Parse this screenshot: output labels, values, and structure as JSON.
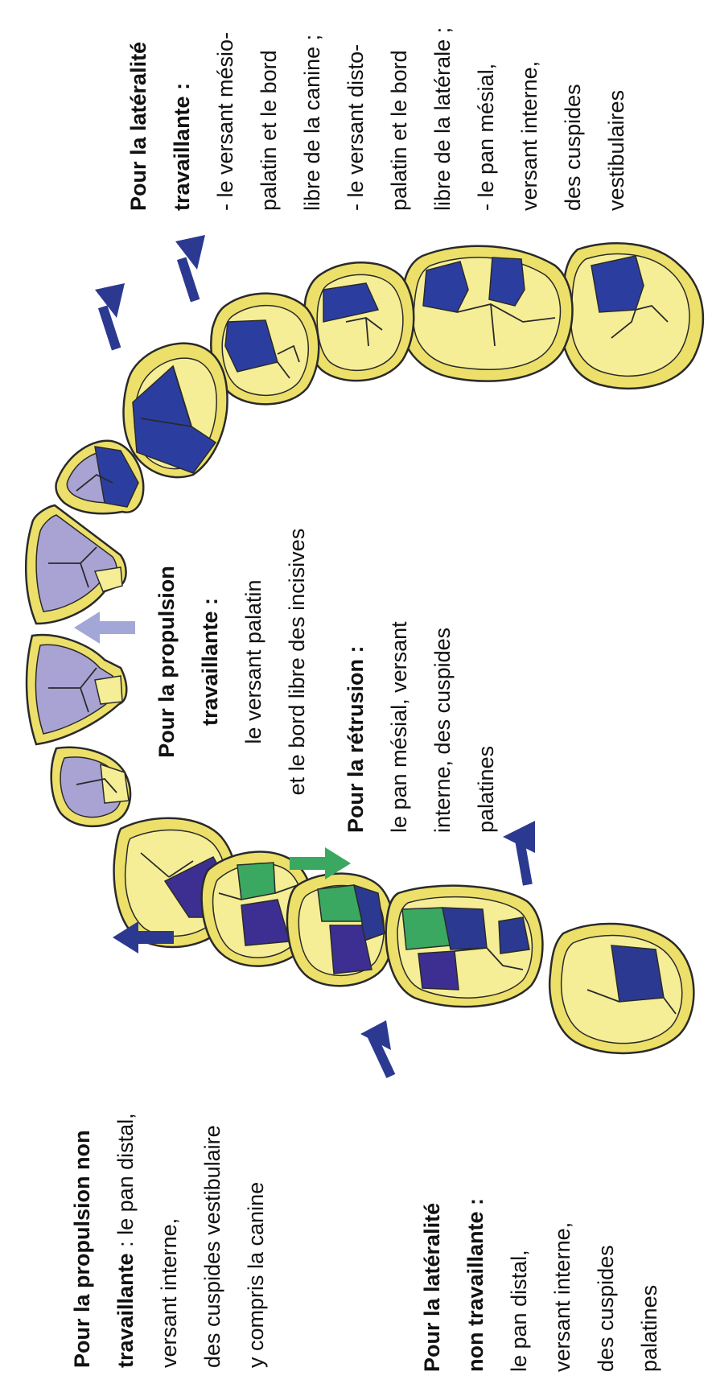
{
  "colors": {
    "enamel_fill": "#f5ee96",
    "enamel_rim": "#ece06a",
    "outline": "#2a2a2a",
    "lateral_working": "#2b3ea0",
    "protrusion_working": "#a9a3d4",
    "protrusion_nonworking": "#3d2f92",
    "lateral_nonworking": "#2b3a90",
    "retrusion": "#3aa860",
    "arrow_dark": "#2b3a90",
    "arrow_light": "#a3a7d8",
    "arrow_green": "#3aa860"
  },
  "captions": {
    "lateral_working": {
      "title_1": "Pour la latéralité",
      "title_2": "travaillante",
      "colon": " :",
      "lines": [
        "- le versant mésio-",
        "palatin et le bord",
        "libre de la canine ;",
        "- le versant disto-",
        "palatin et le bord",
        "libre de la latérale ;",
        "- le pan mésial,",
        "versant interne,",
        "des cuspides",
        "vestibulaires"
      ]
    },
    "protrusion_working": {
      "title_1": "Pour la propulsion",
      "title_2": "travaillante",
      "colon": " :",
      "lines": [
        "le versant palatin",
        "et le bord libre des incisives"
      ]
    },
    "retrusion": {
      "title": "Pour la rétrusion",
      "colon": " :",
      "lines": [
        "le pan mésial, versant",
        "interne, des cuspides",
        "palatines"
      ]
    },
    "protrusion_nonworking": {
      "title_1": "Pour la propulsion non",
      "title_2": "travaillante",
      "rest_2": " : le pan distal,",
      "lines": [
        "versant interne,",
        "des cuspides vestibulaire",
        "y compris la canine"
      ]
    },
    "lateral_nonworking": {
      "title_1": "Pour la latéralité",
      "title_2": "non travaillante",
      "colon": " :",
      "lines": [
        "le pan distal,",
        "versant interne,",
        "des cuspides",
        "palatines"
      ]
    }
  }
}
